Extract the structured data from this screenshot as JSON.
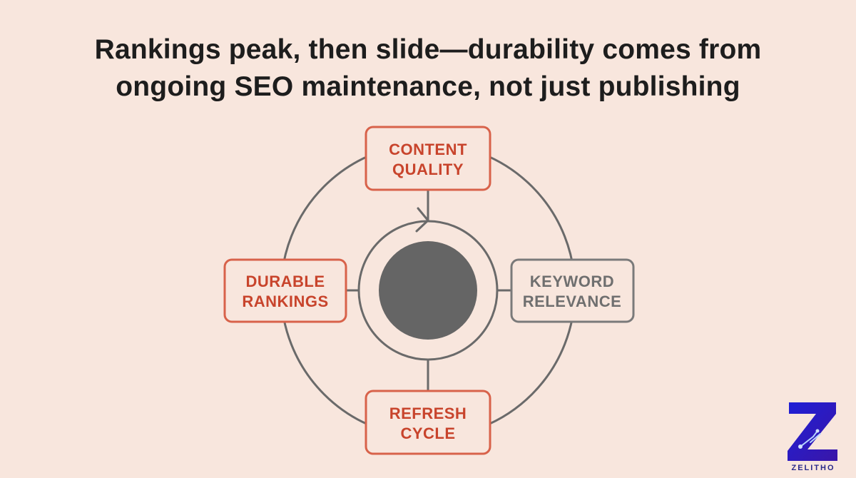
{
  "title": {
    "line1": "Rankings peak, then slide—durability comes from",
    "line2": "ongoing SEO maintenance, not just publishing"
  },
  "nodes": {
    "top": {
      "line1": "CONTENT",
      "line2": "QUALITY"
    },
    "right": {
      "line1": "KEYWORD",
      "line2": "RELEVANCE"
    },
    "bottom": {
      "line1": "REFRESH",
      "line2": "CYCLE"
    },
    "left": {
      "line1": "DURABLE",
      "line2": "RANKINGS"
    }
  },
  "colors": {
    "background": "#f8e6dd",
    "accent": "#d8624a",
    "accent_text": "#c8442c",
    "neutral": "#7a7a7a",
    "neutral_text": "#6f6f6f",
    "core": "#656565",
    "ring": "#6a6a6a"
  },
  "logo": {
    "text": "ZELITHO"
  }
}
